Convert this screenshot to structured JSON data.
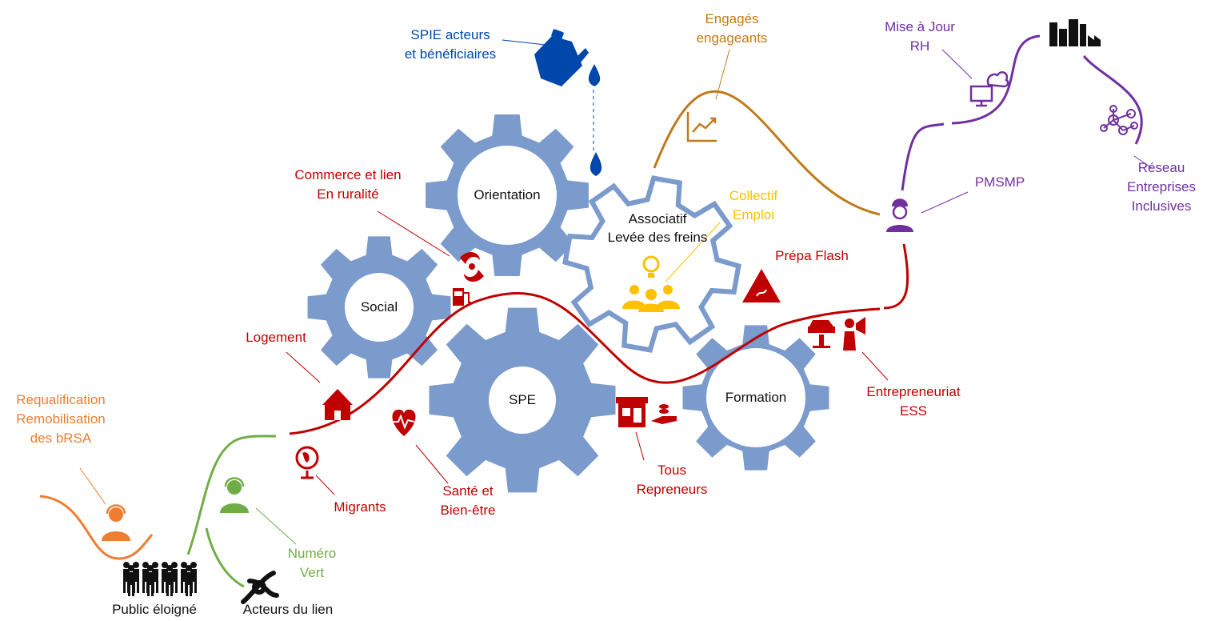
{
  "colors": {
    "gear": "#7b9bcd",
    "red": "#c00000",
    "orange": "#ed7d31",
    "green": "#70ad47",
    "gold": "#ffc000",
    "brown": "#c07a1a",
    "purple": "#7030a0",
    "blue": "#0047ab",
    "black": "#111111"
  },
  "gears": {
    "orientation": "Orientation",
    "social": "Social",
    "spe": "SPE",
    "formation": "Formation",
    "associatif": "Associatif\nLevée des freins"
  },
  "labels": {
    "spie": "SPIE acteurs\net bénéficiaires",
    "engages": "Engagés\nengageants",
    "mise_a_jour": "Mise à Jour\nRH",
    "reseau": "Réseau\nEntreprises\nInclusives",
    "pmsmp": "PMSMP",
    "commerce": "Commerce et lien\nEn ruralité",
    "collectif": "Collectif\nEmploi",
    "prepa": "Prépa Flash",
    "logement": "Logement",
    "entrepreneuriat": "Entrepreneuriat\nESS",
    "requalification": "Requalification\nRemobilisation\ndes bRSA",
    "migrants": "Migrants",
    "sante": "Santé et\nBien-être",
    "tous": "Tous\nRepreneurs",
    "numero": "Numéro\nVert",
    "public": "Public éloigné",
    "acteurs": "Acteurs du lien"
  },
  "icons": [
    "fuel-can-icon",
    "water-drop-icon",
    "growth-chart-icon",
    "cloud-computer-icon",
    "factory-city-icon",
    "network-icon",
    "worker-icon",
    "fish-icon",
    "fuel-pump-icon",
    "lightbulb-team-icon",
    "road-warning-icon",
    "car-lift-icon",
    "megaphone-person-icon",
    "house-icon",
    "globe-icon",
    "heart-pulse-icon",
    "shop-icon",
    "coins-hand-icon",
    "headset-person-icon",
    "crowd-icon",
    "knot-icon"
  ]
}
